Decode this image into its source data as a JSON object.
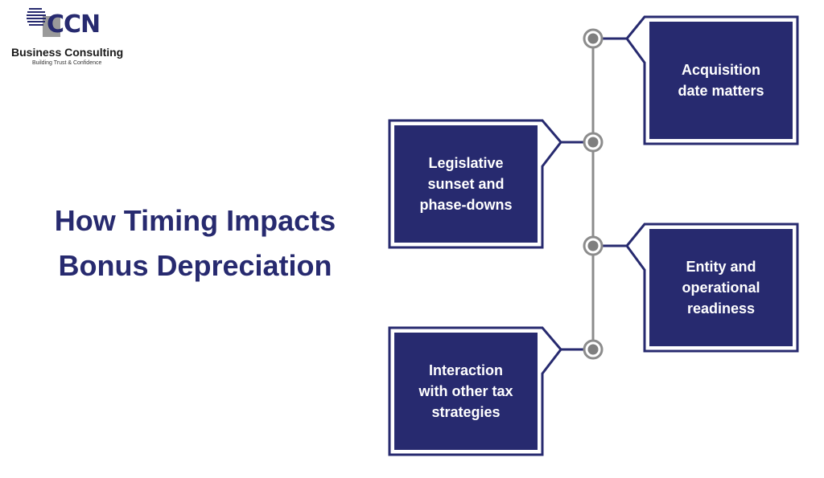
{
  "logo": {
    "mark_text": "CCN",
    "name": "Business Consulting",
    "tagline": "Building Trust & Confidence"
  },
  "title": {
    "line1": "How Timing Impacts",
    "line2": "Bonus Depreciation"
  },
  "colors": {
    "navy": "#272a6f",
    "line_gray": "#8c8c8c",
    "node_fill": "#7f7f7f"
  },
  "timeline": {
    "items": [
      {
        "side": "right",
        "lines": [
          "Acquisition",
          "date matters"
        ]
      },
      {
        "side": "left",
        "lines": [
          "Legislative",
          "sunset and",
          "phase-downs"
        ]
      },
      {
        "side": "right",
        "lines": [
          "Entity and",
          "operational",
          "readiness"
        ]
      },
      {
        "side": "left",
        "lines": [
          "Interaction",
          "with other tax",
          "strategies"
        ]
      }
    ]
  }
}
